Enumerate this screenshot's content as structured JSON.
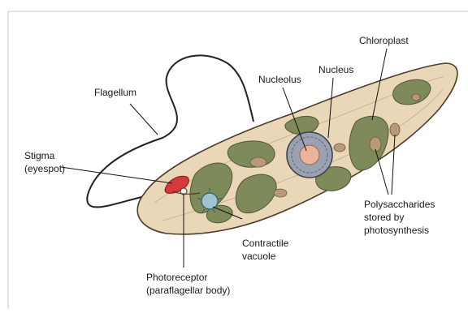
{
  "labels": {
    "flagellum": "Flagellum",
    "stigma_line1": "Stigma",
    "stigma_line2": "(eyespot)",
    "nucleolus": "Nucleolus",
    "nucleus": "Nucleus",
    "chloroplast": "Chloroplast",
    "polysaccharides_line1": "Polysaccharides",
    "polysaccharides_line2": "stored by",
    "polysaccharides_line3": "photosynthesis",
    "contractile_line1": "Contractile",
    "contractile_line2": "vacuole",
    "photoreceptor_line1": "Photoreceptor",
    "photoreceptor_line2": "(paraflagellar body)"
  },
  "colors": {
    "cell_body": "#ead7b8",
    "cell_outline": "#4a3b2a",
    "chloroplast": "#7f8a5b",
    "stigma": "#d6383b",
    "nucleus": "#9aa2b0",
    "nucleolus": "#e9b39c",
    "vacuole": "#9fc4cf",
    "polysaccharide": "#b89a78"
  }
}
